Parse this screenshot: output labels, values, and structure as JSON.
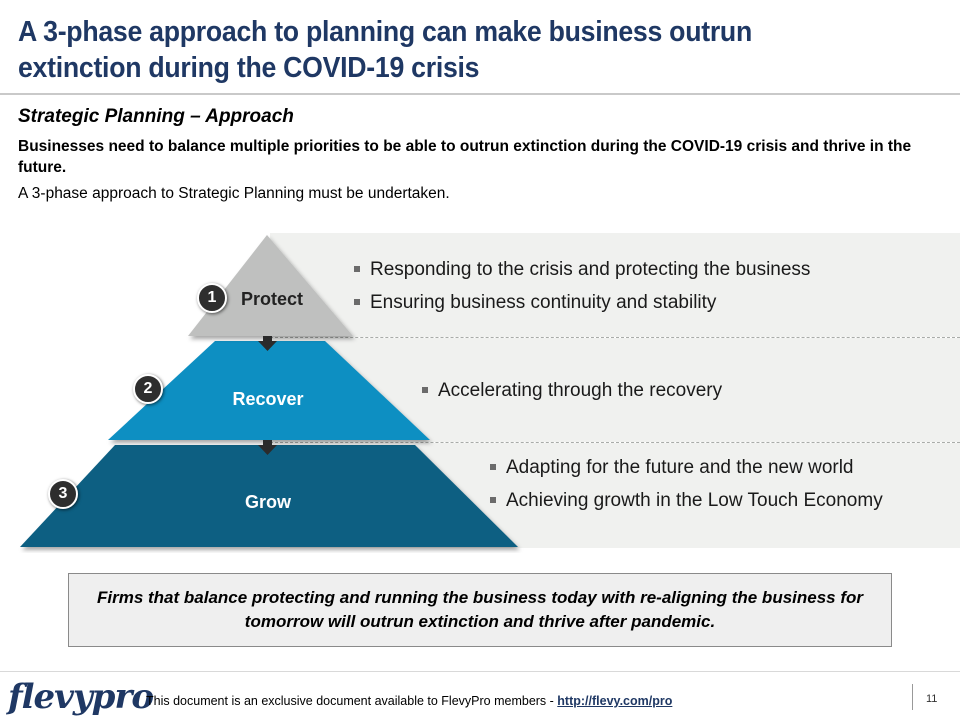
{
  "header": {
    "title": "A 3-phase approach to planning can make business outrun extinction during the COVID-19 crisis"
  },
  "section": {
    "subtitle": "Strategic Planning – Approach",
    "lead": "Businesses need to balance multiple priorities to be able to outrun extinction during the COVID-19 crisis and thrive in the future.",
    "lead2": "A 3-phase approach to Strategic Planning must be undertaken."
  },
  "phases": [
    {
      "number": "1",
      "label": "Protect",
      "color": "#bfc0bf",
      "bullets": [
        "Responding to the crisis and protecting the business",
        "Ensuring business continuity and stability"
      ]
    },
    {
      "number": "2",
      "label": "Recover",
      "color": "#0f8fc2",
      "bullets": [
        "Accelerating through the recovery"
      ]
    },
    {
      "number": "3",
      "label": "Grow",
      "color": "#0a5f82",
      "bullets": [
        "Adapting for the future and the new world",
        "Achieving growth in the Low Touch Economy"
      ]
    }
  ],
  "callout": {
    "text": "Firms that balance protecting and running the business today with re-aligning the business for tomorrow will outrun extinction and thrive after pandemic."
  },
  "footer": {
    "logo": "flevypro",
    "note": "This document is an exclusive document available to FlevyPro members - ",
    "link": "http://flevy.com/pro",
    "page": "11"
  }
}
